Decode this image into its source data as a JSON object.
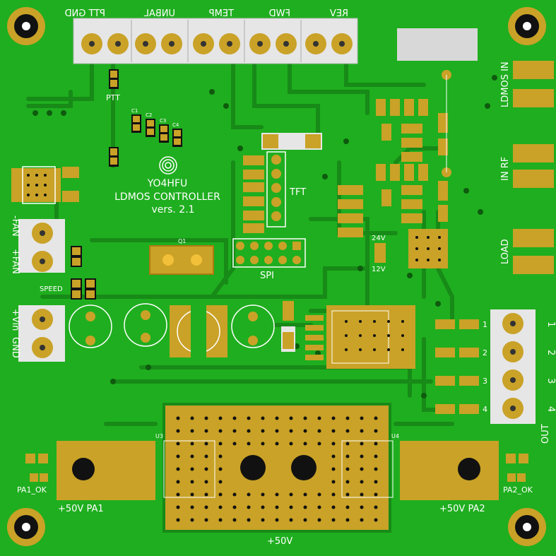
{
  "board": {
    "title_line1": "YO4HFU",
    "title_line2": "LDMOS CONTROLLER",
    "title_line3": "vers. 2.1"
  },
  "top_connectors": {
    "labels_mirrored": [
      "PTT GND",
      "UNBAL",
      "TEMP",
      "FWD",
      "REV"
    ]
  },
  "silkscreen": {
    "ptt": "PTT",
    "c1": "C1",
    "c2": "C2",
    "c3": "C3",
    "c4": "C4",
    "tft": "TFT",
    "spi": "SPI",
    "q1": "Q1",
    "speed": "SPEED",
    "fan_minus": "-FAN",
    "fan_plus": "+FAN",
    "vin": "+Vin",
    "gnd": "GND",
    "v24": "24V",
    "v12": "12V",
    "u3": "U3",
    "u4": "U4",
    "pa1_ok": "PA1_OK",
    "pa2_ok": "PA2_OK",
    "pa1": "+50V PA1",
    "pa2": "+50V PA2",
    "v50": "+50V"
  },
  "right_side": {
    "ldmos_in": "LDMOS IN",
    "in_rf": "IN RF",
    "load": "LOAD",
    "out": "OUT",
    "out_numbers": [
      "1",
      "2",
      "3",
      "4"
    ],
    "small_numbers": [
      "1",
      "2",
      "3",
      "4"
    ]
  },
  "colors": {
    "pcb": "#1fae1f",
    "trace": "#178a17",
    "copper_pad": "#c9a227",
    "terminal_body": "#e8e8e8",
    "silkscreen": "#ffffff",
    "mounting_hole": "#000000"
  }
}
